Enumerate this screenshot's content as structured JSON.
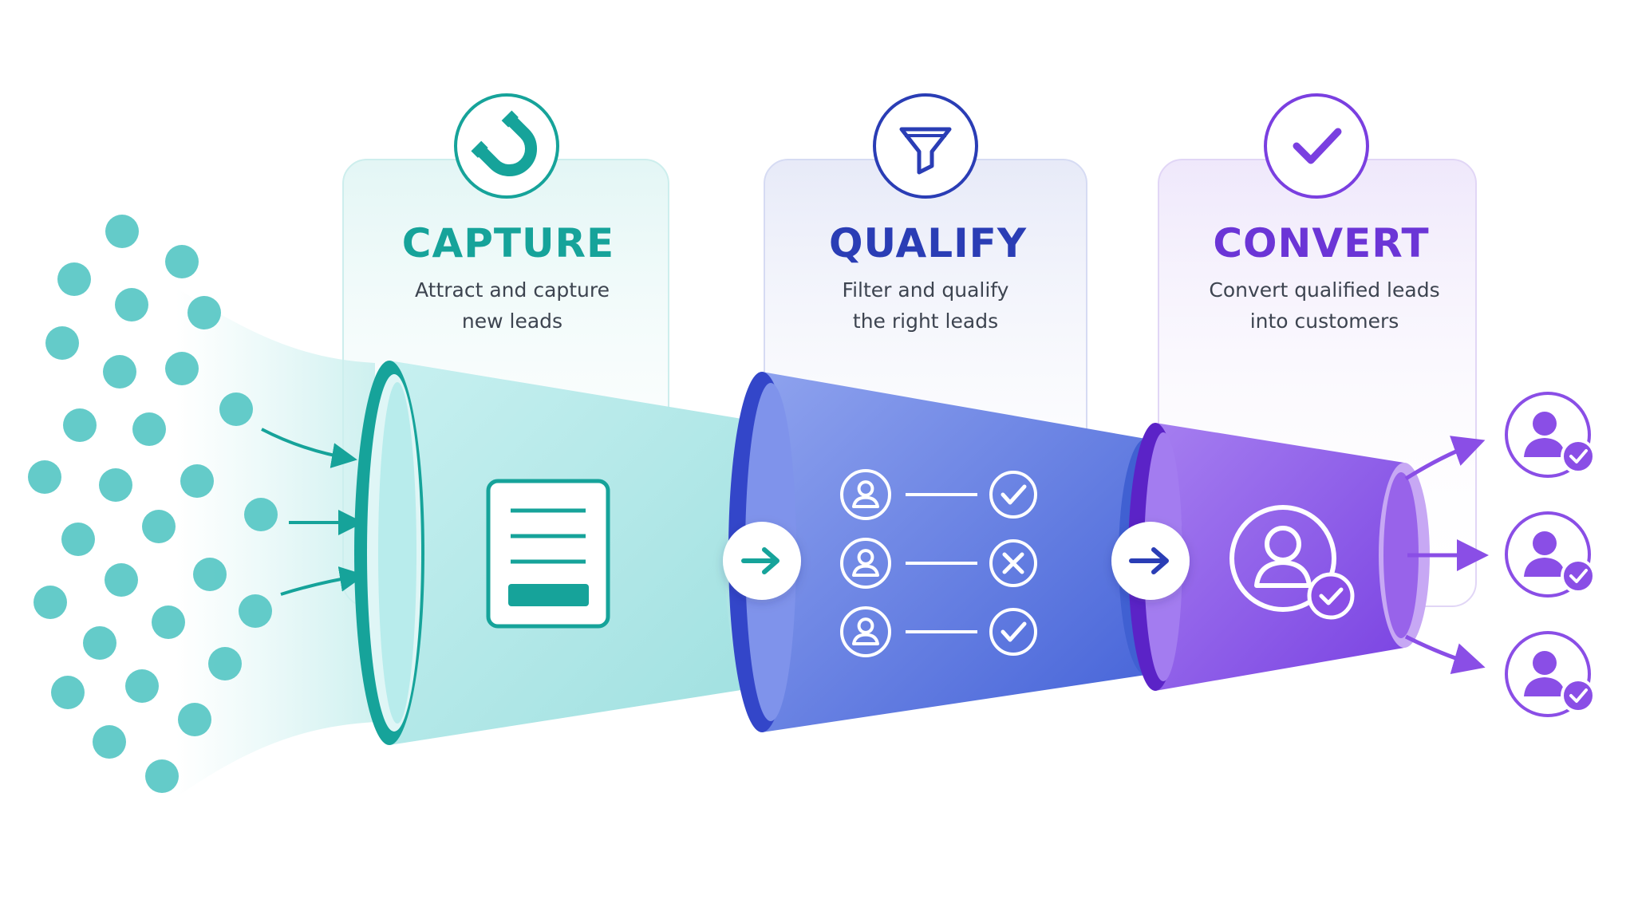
{
  "stages": [
    {
      "title": "CAPTURE",
      "line1": "Attract and capture",
      "line2": "new leads",
      "icon": "magnet-icon",
      "color": "#16a39a"
    },
    {
      "title": "QUALIFY",
      "line1": "Filter and qualify",
      "line2": "the right leads",
      "icon": "filter-funnel-icon",
      "color": "#2a3db5",
      "checklist": [
        "pass",
        "fail",
        "pass"
      ]
    },
    {
      "title": "CONVERT",
      "line1": "Convert qualified leads",
      "line2": "into customers",
      "icon": "checkmark-icon",
      "color": "#7a3fe0"
    }
  ],
  "output_customers": 3,
  "colors": {
    "teal": "#16a39a",
    "teal_light": "#bfeeee",
    "blue": "#2a3db5",
    "indigo": "#5a6ee0",
    "purple": "#7a3fe0",
    "lead_dot": "#4fc4c1"
  }
}
